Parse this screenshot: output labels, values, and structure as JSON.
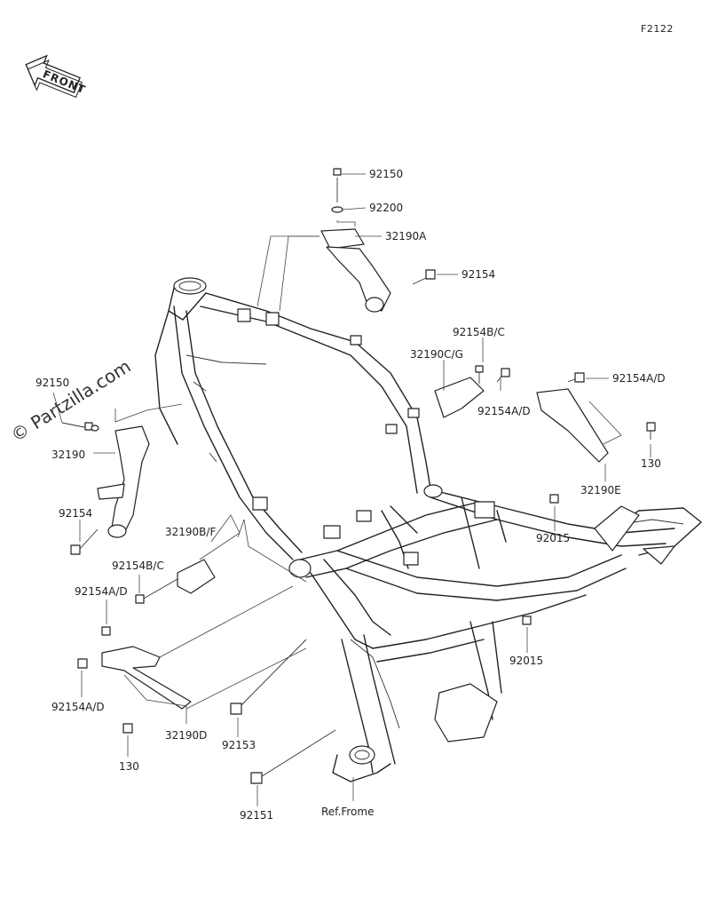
{
  "figure_id": "F2122",
  "front_label": "FRONT",
  "watermark": "© Partzilla.com",
  "callouts": [
    {
      "key": "92150-top",
      "text": "92150"
    },
    {
      "key": "92200",
      "text": "92200"
    },
    {
      "key": "32190A",
      "text": "32190A"
    },
    {
      "key": "92154-top",
      "text": "92154"
    },
    {
      "key": "92154BC-right",
      "text": "92154B/C"
    },
    {
      "key": "32190CG",
      "text": "32190C/G"
    },
    {
      "key": "92154AD-mid",
      "text": "92154A/D"
    },
    {
      "key": "92154AD-right",
      "text": "92154A/D"
    },
    {
      "key": "130-right",
      "text": "130"
    },
    {
      "key": "32190E",
      "text": "32190E"
    },
    {
      "key": "92015-upper",
      "text": "92015"
    },
    {
      "key": "92015-lower",
      "text": "92015"
    },
    {
      "key": "92150-left",
      "text": "92150"
    },
    {
      "key": "32190",
      "text": "32190"
    },
    {
      "key": "92154-left",
      "text": "92154"
    },
    {
      "key": "32190BF",
      "text": "32190B/F"
    },
    {
      "key": "92154BC-left",
      "text": "92154B/C"
    },
    {
      "key": "92154AD-left",
      "text": "92154A/D"
    },
    {
      "key": "92154AD-bottom",
      "text": "92154A/D"
    },
    {
      "key": "32190D",
      "text": "32190D"
    },
    {
      "key": "130-left",
      "text": "130"
    },
    {
      "key": "92153",
      "text": "92153"
    },
    {
      "key": "92151",
      "text": "92151"
    },
    {
      "key": "ref-frame",
      "text": "Ref.Frome"
    }
  ]
}
